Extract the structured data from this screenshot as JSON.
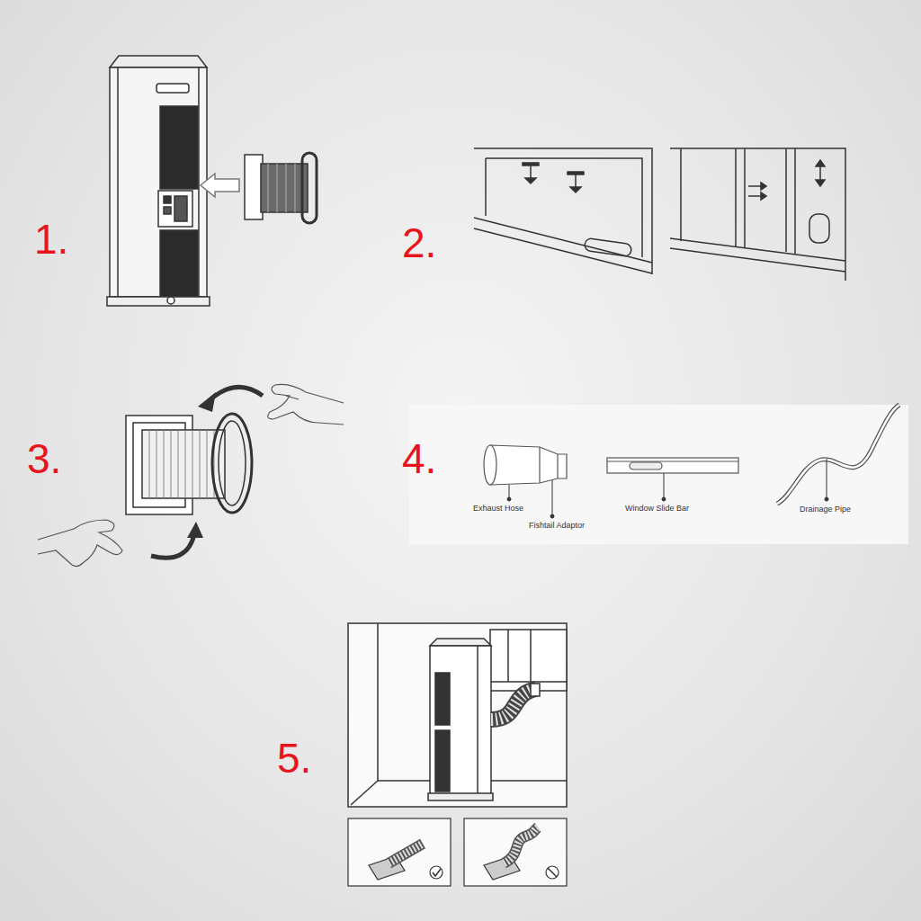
{
  "diagram": {
    "labels": [
      "1.",
      "2.",
      "3.",
      "4.",
      "5.",
      "Exhaust Hose",
      "Fishtail Adaptor",
      "Window Slide Bar",
      "Drainage Pipe"
    ]
  }
}
